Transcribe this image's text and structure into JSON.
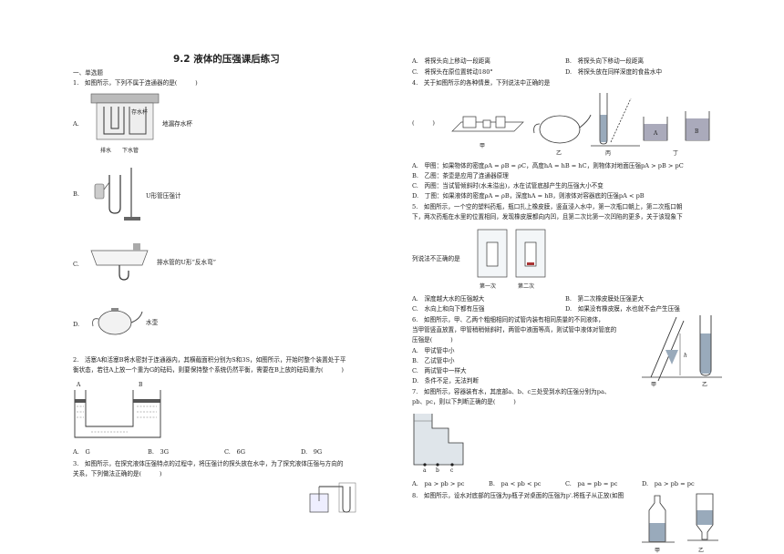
{
  "title": "9.2 液体的压强课后练习",
  "section": "一、单选题",
  "q1": {
    "stem": "1.　如图所示，下列不属于连通器的是(　　　)",
    "options": [
      {
        "letter": "A.",
        "caption": "地漏存水杯",
        "inner_label": "存水杯",
        "small1": "排水",
        "small2": "下水管"
      },
      {
        "letter": "B.",
        "caption": "U形管压强计"
      },
      {
        "letter": "C.",
        "caption": "排水管的U形“反水弯”"
      },
      {
        "letter": "D.",
        "caption": "水壶"
      }
    ]
  },
  "q2": {
    "stem1": "2.　活塞A和活塞B将水密封于连通器内，其横截面积分别为S和3S，如图所示，开始时整个装置处于平",
    "stem2": "衡状态，若往A上放一个重为G的砝码，则要保持整个系统仍然平衡，需要在B上放的砝码重为(　　　)",
    "label_a": "A",
    "label_b": "B",
    "options": [
      "A.　G",
      "B.　3G",
      "C.　6G",
      "D.　9G"
    ]
  },
  "q3": {
    "stem1": "3.　如图所示，在探究液体压强特点的过程中，将压强计的探头放在水中，为了探究液体压强与方向的",
    "stem2": "关系，下列做法正确的是(　　　)",
    "options": [
      "A.　将探头向上移动一段距离",
      "B.　将探头向下移动一段距离",
      "C.　将探头在原位置转动180°",
      "D.　将探头放在同样深度的食盐水中"
    ]
  },
  "q4": {
    "stem": "4.　关于如图所示的各种情景，下列说法中正确的是",
    "paren": "(　　　)",
    "fig_labels": [
      "甲",
      "乙",
      "丙",
      "丁"
    ],
    "options": [
      "A.　甲图：如果物体的密度ρA = ρB = ρC，高度hA = hB = hC，则物体对地面压强pA > pB > pC",
      "B.　乙图：茶壶是应用了连通器原理",
      "C.　丙图：当试管倾斜时(水未溢出)，水在试管底部产生的压强大小不变",
      "D.　丁图：如果液体的密度ρA = ρB，深度hA = hB，则液体对容器底的压强pA < pB"
    ]
  },
  "q5": {
    "stem1": "5.　如图所示，一个空的塑料药瓶，瓶口扎上橡皮膜，竖直浸入水中，第一次瓶口朝上，第二次瓶口朝",
    "stem2": "下，两次药瓶在水里的位置相同，发现橡皮膜都向内凹，且第二次比第一次凹陷的更多，关于该现象下",
    "stem3": "列说法不正确的是",
    "fig_labels": [
      "第一次",
      "第二次"
    ],
    "options": [
      "A.　深度越大水的压强越大",
      "B.　第二次橡皮膜处压强更大",
      "C.　水向上和向下都有压强",
      "D.　如果没有橡皮膜，水也就不会产生压强"
    ]
  },
  "q6": {
    "stem1": "6.　如图所示，甲、乙两个粗细相同的试管内装有相同质量的不同液体，",
    "stem2": "当甲管竖直放置，甲管稍稍倾斜时，两管中液面等高，则试管中液体对管底的",
    "stem3": "压强是(　　　)",
    "options": [
      "A.　甲试管中小",
      "B.　乙试管中小",
      "C.　两试管中一样大",
      "D.　条件不足，无法判断"
    ],
    "fig_labels": [
      "甲",
      "乙"
    ],
    "h": "h"
  },
  "q7": {
    "stem1": "7.　如图所示，容器装有水，其底部a、b、c三处受到水的压强分别为pa、",
    "stem2": "pb、pc，则以下判断正确的是(　　　)",
    "fig_labels": [
      "a",
      "b",
      "c"
    ],
    "options": [
      "A.　pa > pb > pc",
      "B.　pa < pb < pc",
      "C.　pa = pb = pc",
      "D.　pa > pb = pc"
    ]
  },
  "q8": {
    "stem": "8.　如图所示，设水对底部的压强为p瓶子对桌面的压强为p'.将瓶子从正放(如图",
    "fig_labels": [
      "甲",
      "乙"
    ]
  }
}
